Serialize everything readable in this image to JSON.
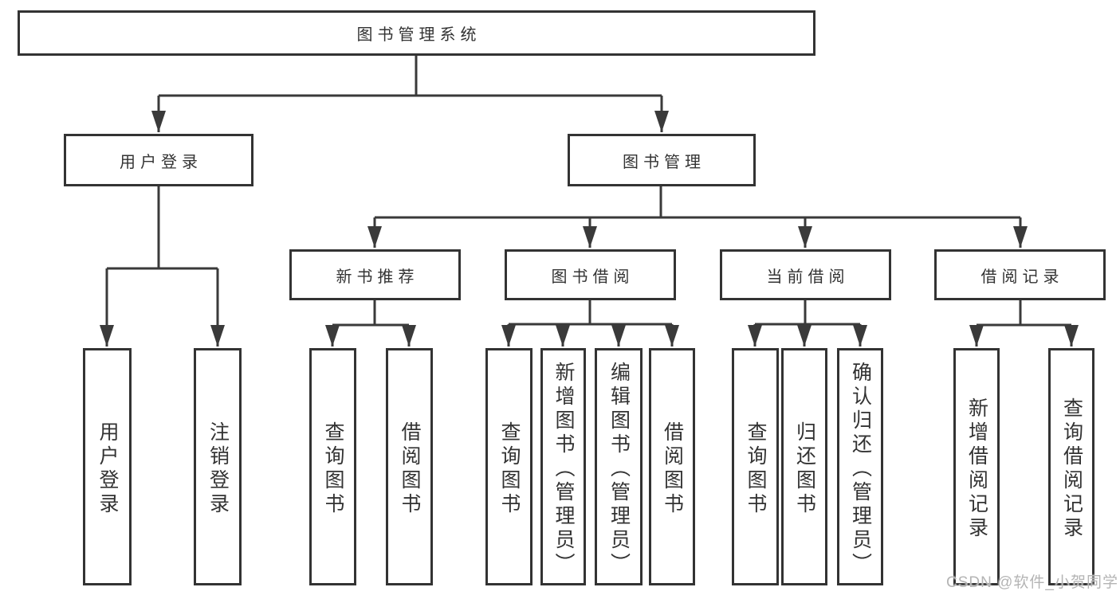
{
  "nodes": {
    "system": {
      "label": "图书管理系统"
    },
    "user_login": {
      "label": "用户登录"
    },
    "book_management": {
      "label": "图书管理"
    },
    "new_book_recommend": {
      "label": "新书推荐"
    },
    "book_borrowing": {
      "label": "图书借阅"
    },
    "current_borrowing": {
      "label": "当前借阅"
    },
    "borrowing_records": {
      "label": "借阅记录"
    },
    "leaf_user_login": {
      "label": "用户登录"
    },
    "leaf_logout": {
      "label": "注销登录"
    },
    "leaf_query_books_rec": {
      "label": "查询图书"
    },
    "leaf_borrow_books_rec": {
      "label": "借阅图书"
    },
    "leaf_query_books_borrow": {
      "label": "查询图书"
    },
    "leaf_add_books": {
      "label": "新增图书（管理员）"
    },
    "leaf_edit_books": {
      "label": "编辑图书（管理员）"
    },
    "leaf_borrow_books": {
      "label": "借阅图书"
    },
    "leaf_query_books_current": {
      "label": "查询图书"
    },
    "leaf_return_books": {
      "label": "归还图书"
    },
    "leaf_confirm_return": {
      "label": "确认归还（管理员）"
    },
    "leaf_add_borrow_record": {
      "label": "新增借阅记录"
    },
    "leaf_query_borrow_record": {
      "label": "查询借阅记录"
    }
  },
  "hierarchy": {
    "图书管理系统": {
      "用户登录": [
        "用户登录",
        "注销登录"
      ],
      "图书管理": {
        "新书推荐": [
          "查询图书",
          "借阅图书"
        ],
        "图书借阅": [
          "查询图书",
          "新增图书（管理员）",
          "编辑图书（管理员）",
          "借阅图书"
        ],
        "当前借阅": [
          "查询图书",
          "归还图书",
          "确认归还（管理员）"
        ],
        "借阅记录": [
          "新增借阅记录",
          "查询借阅记录"
        ]
      }
    }
  },
  "watermark": {
    "text": "CSDN @软件_小贺同学"
  },
  "colors": {
    "line": "#3a3a3a",
    "node_border": "#333333",
    "node_text": "#333333",
    "watermark": "#b4b4b4",
    "background": "#ffffff"
  }
}
